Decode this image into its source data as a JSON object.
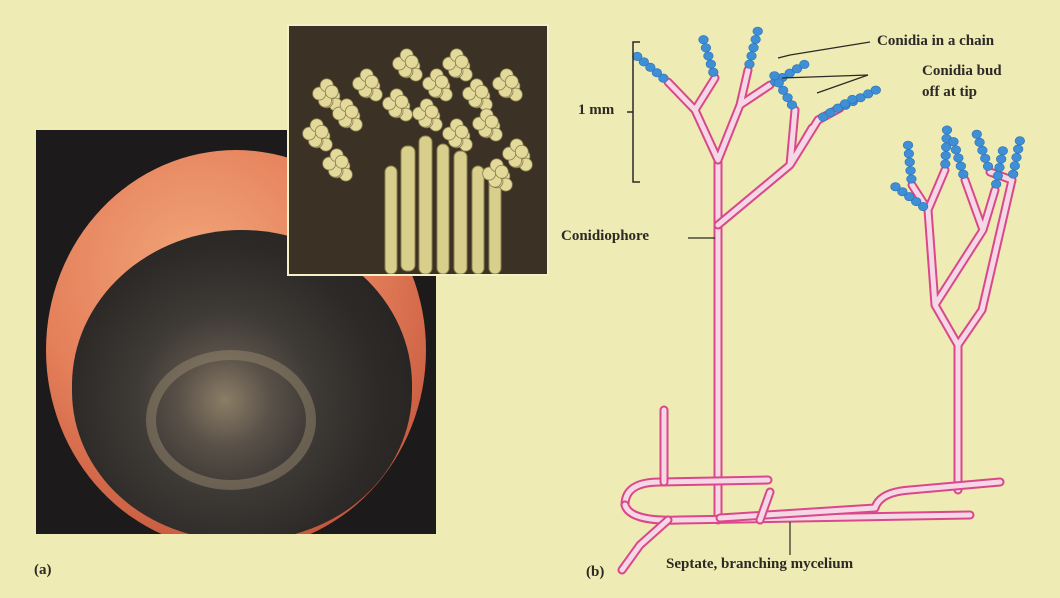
{
  "panel_a": {
    "letter": "(a)"
  },
  "panel_b": {
    "letter": "(b)",
    "labels": {
      "conidia_chain": "Conidia in a chain",
      "conidia_bud_1": "Conidia bud",
      "conidia_bud_2": "off at tip",
      "scale": "1 mm",
      "conidiophore": "Conidiophore",
      "mycelium": "Septate, branching mycelium"
    }
  },
  "colors": {
    "background": "#eeebb4",
    "hypha_outline": "#d9488a",
    "hypha_fill": "#f6d7e6",
    "conidia": "#3f8fd6",
    "text": "#2c2926"
  }
}
